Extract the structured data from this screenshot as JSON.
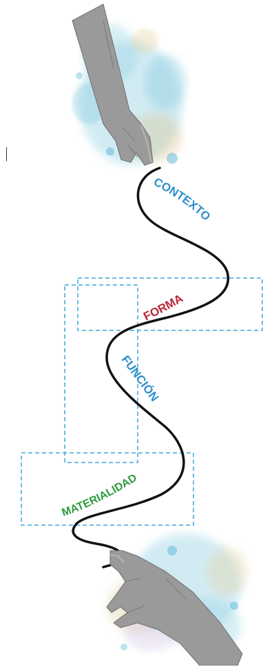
{
  "labels": {
    "contexto": "CONTEXTO",
    "forma": "FORMA",
    "funcion": "FUNCIÓN",
    "materialidad": "MATERIALIDAD"
  },
  "colors": {
    "contexto": "#2E8FCB",
    "forma": "#B8283A",
    "funcion": "#2E8FCB",
    "materialidad": "#2E9B3E",
    "dashed_box": "#3BA7D8",
    "curve": "#111111",
    "watercolor_blue": "#7FC8DD",
    "watercolor_gold": "#D9C38A"
  },
  "icons": {
    "top": "pointing-hand-icon",
    "bottom": "reaching-hand-icon"
  }
}
